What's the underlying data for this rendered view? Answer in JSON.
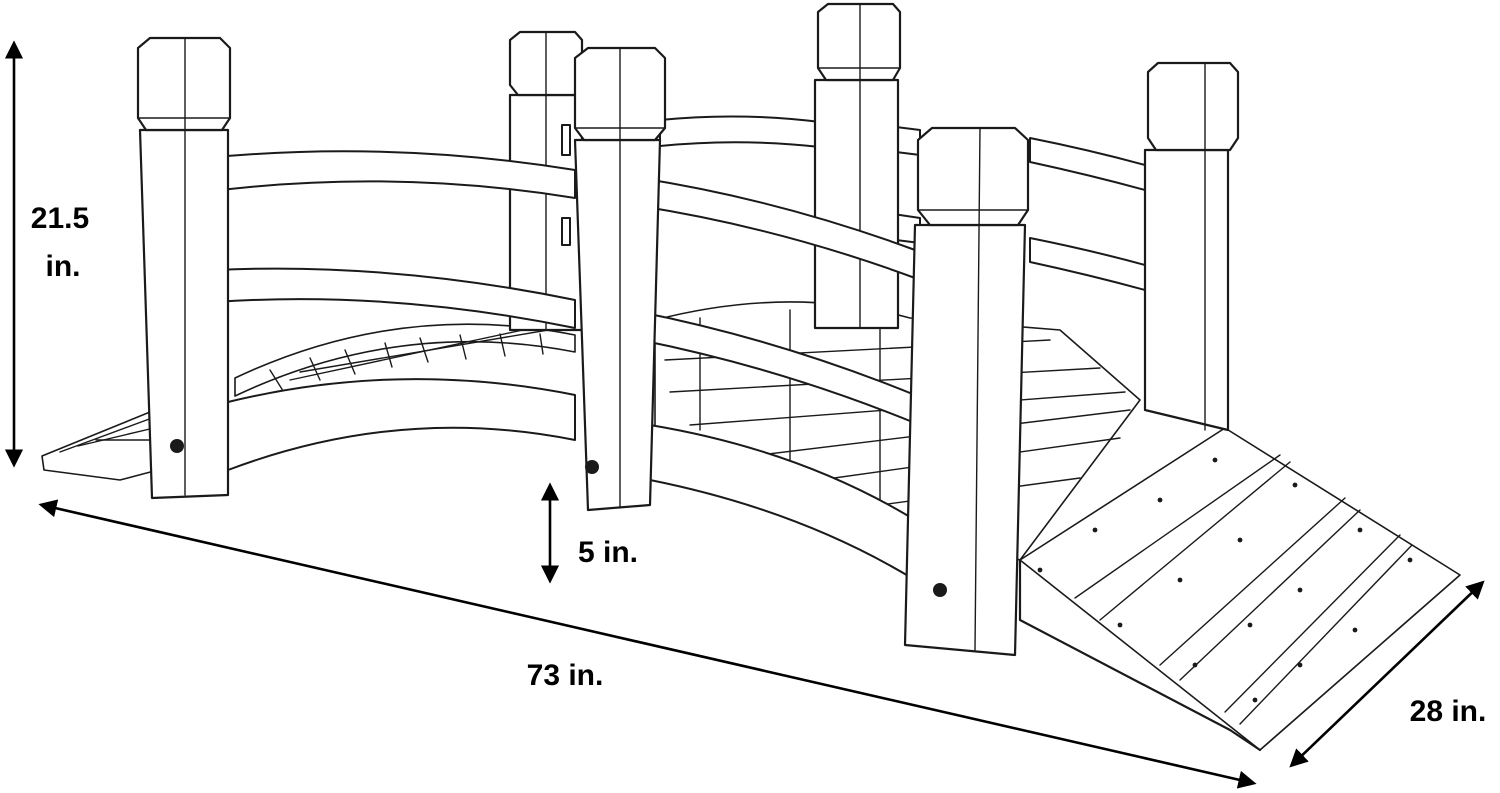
{
  "dimensions": {
    "height": {
      "value": "21.5",
      "unit": "in."
    },
    "clearance": "5 in.",
    "length": "73 in.",
    "width": "28 in."
  }
}
